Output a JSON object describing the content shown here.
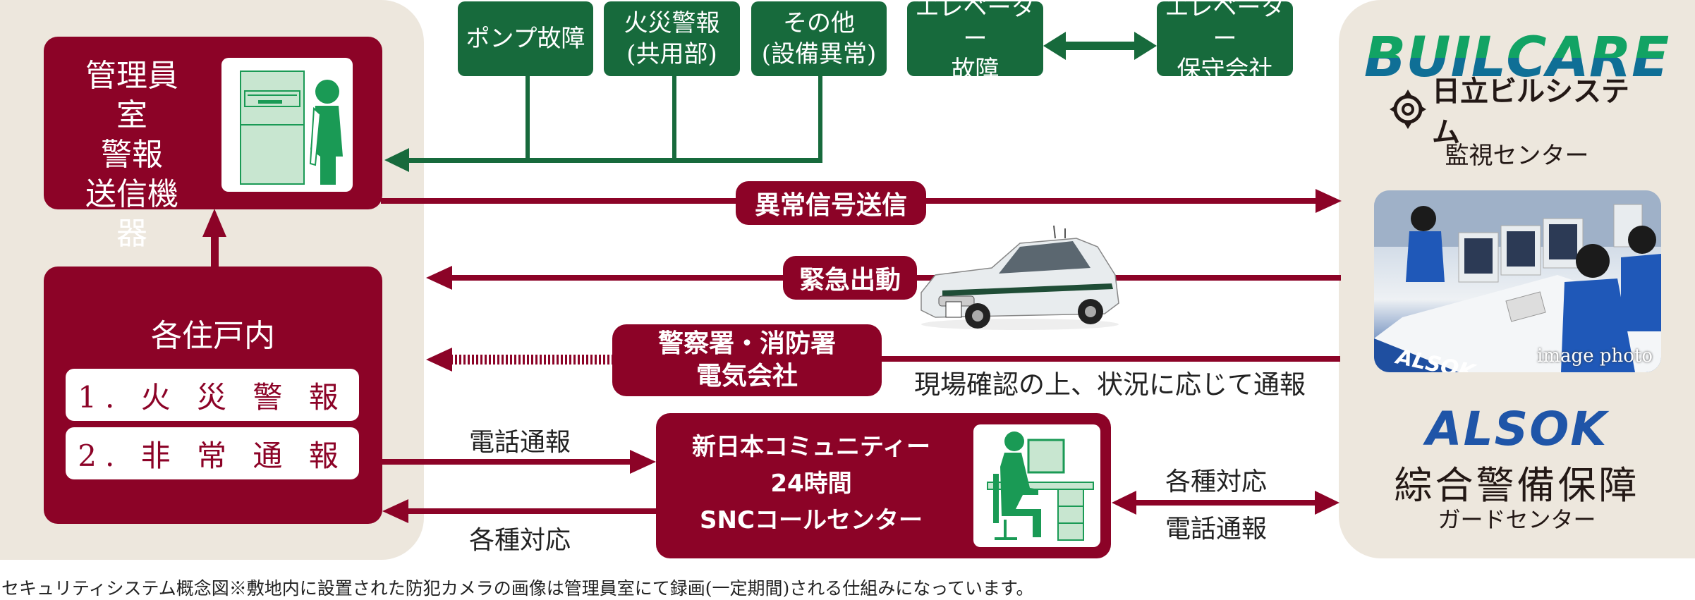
{
  "colors": {
    "maroon": "#8c0327",
    "green": "#176a3c",
    "panel": "#ede7dd",
    "builcare_green": "#12a364",
    "builcare_blue": "#0f6f96",
    "alsok_blue": "#1f55a8"
  },
  "management_office": {
    "lines": [
      "管理員室",
      "警報",
      "送信機器"
    ],
    "icon": "control-panel-operator-icon"
  },
  "residence": {
    "title": "各住戸内",
    "items": [
      "1. 火 災 警 報",
      "2. 非 常 通 報"
    ]
  },
  "sensors": [
    {
      "lines": [
        "ポンプ故障"
      ]
    },
    {
      "lines": [
        "火災警報",
        "(共用部)"
      ]
    },
    {
      "lines": [
        "その他",
        "(設備異常)"
      ]
    }
  ],
  "elevator": {
    "fault": [
      "エレベーター",
      "故障"
    ],
    "maintenance": [
      "エレベーター",
      "保守会社"
    ]
  },
  "arrows": {
    "signal": "異常信号送信",
    "dispatch": "緊急出動",
    "authorities": [
      "警察署・消防署",
      "電気会社"
    ],
    "authorities_note": "現場確認の上、状況に応じて通報",
    "phone_report": "電話通報",
    "various_response": "各種対応",
    "right_top": "各種対応",
    "right_bottom": "電話通報"
  },
  "call_center": {
    "lines": [
      "新日本コミュニティー",
      "24時間",
      "SNCコールセンター"
    ],
    "icon": "operator-at-desk-icon"
  },
  "monitoring": {
    "logo": "BUILCARE",
    "company": "日立ビルシステム",
    "center": "監視センター",
    "photo_caption": "image photo"
  },
  "guard": {
    "logo": "ALSOK",
    "company": "綜合警備保障",
    "center": "ガードセンター"
  },
  "caption": "セキュリティシステム概念図※敷地内に設置された防犯カメラの画像は管理員室にて録画(一定期間)される仕組みになっています。"
}
